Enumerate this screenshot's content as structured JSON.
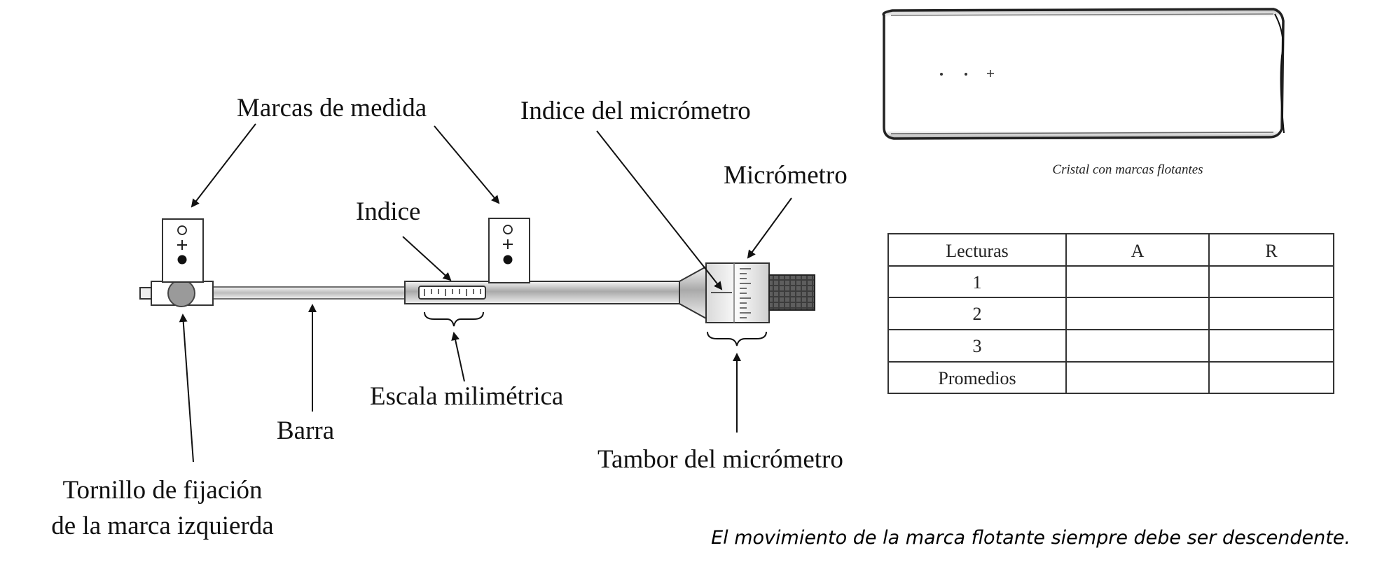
{
  "labels": {
    "marcas": "Marcas de medida",
    "indice_micro": "Indice del micrómetro",
    "micrometro": "Micrómetro",
    "indice": "Indice",
    "escala": "Escala milimétrica",
    "barra": "Barra",
    "tambor": "Tambor del micrómetro",
    "tornillo_1": "Tornillo de fijación",
    "tornillo_2": "de la marca izquierda"
  },
  "caption": "Cristal con marcas flotantes",
  "note": "El movimiento de la marca flotante siempre debe ser descendente.",
  "table": {
    "headers": [
      "Lecturas",
      "A",
      "R"
    ],
    "rows": [
      [
        "1",
        "",
        ""
      ],
      [
        "2",
        "",
        ""
      ],
      [
        "3",
        "",
        ""
      ],
      [
        "Promedios",
        "",
        ""
      ]
    ]
  }
}
